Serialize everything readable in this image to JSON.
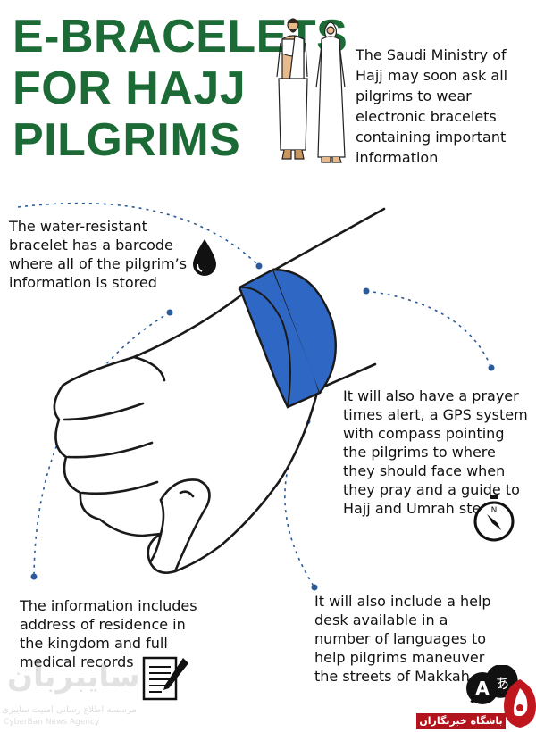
{
  "title": {
    "line1": "E-BRACELETS",
    "line2": "FOR HAJJ",
    "line3": "PILGRIMS",
    "color": "#1c6b37"
  },
  "intro": "The Saudi Ministry of Hajj may soon ask all pilgrims to wear electronic bracelets containing important information",
  "callouts": {
    "water": "The water-resistant bracelet has a barcode where all of the pilgrim’s information is stored",
    "prayer": "It will also have a prayer times alert, a GPS system with compass pointing the pilgrims to where they should face when they pray and a guide to Hajj and Umrah steps",
    "records": "The information includes address of residence in the kingdom and full medical records",
    "help": "It will also include a help desk available in a number of languages to help pilgrims maneuver the streets of Makkah"
  },
  "icons": {
    "drop": "water-drop-icon",
    "compass": "compass-icon",
    "notepad": "notepad-icon",
    "language": "language-icon"
  },
  "accent": {
    "bracelet": "#2f67c4",
    "dots": "#2a5a9a"
  },
  "watermark": {
    "left_logo": "سایبربان",
    "left_sub": "مرسسه اطلاع رسانی امنیت سایبری",
    "left_sub2": "CyberBan News Agency",
    "right_band": "باشگاه خبرنگاران"
  }
}
